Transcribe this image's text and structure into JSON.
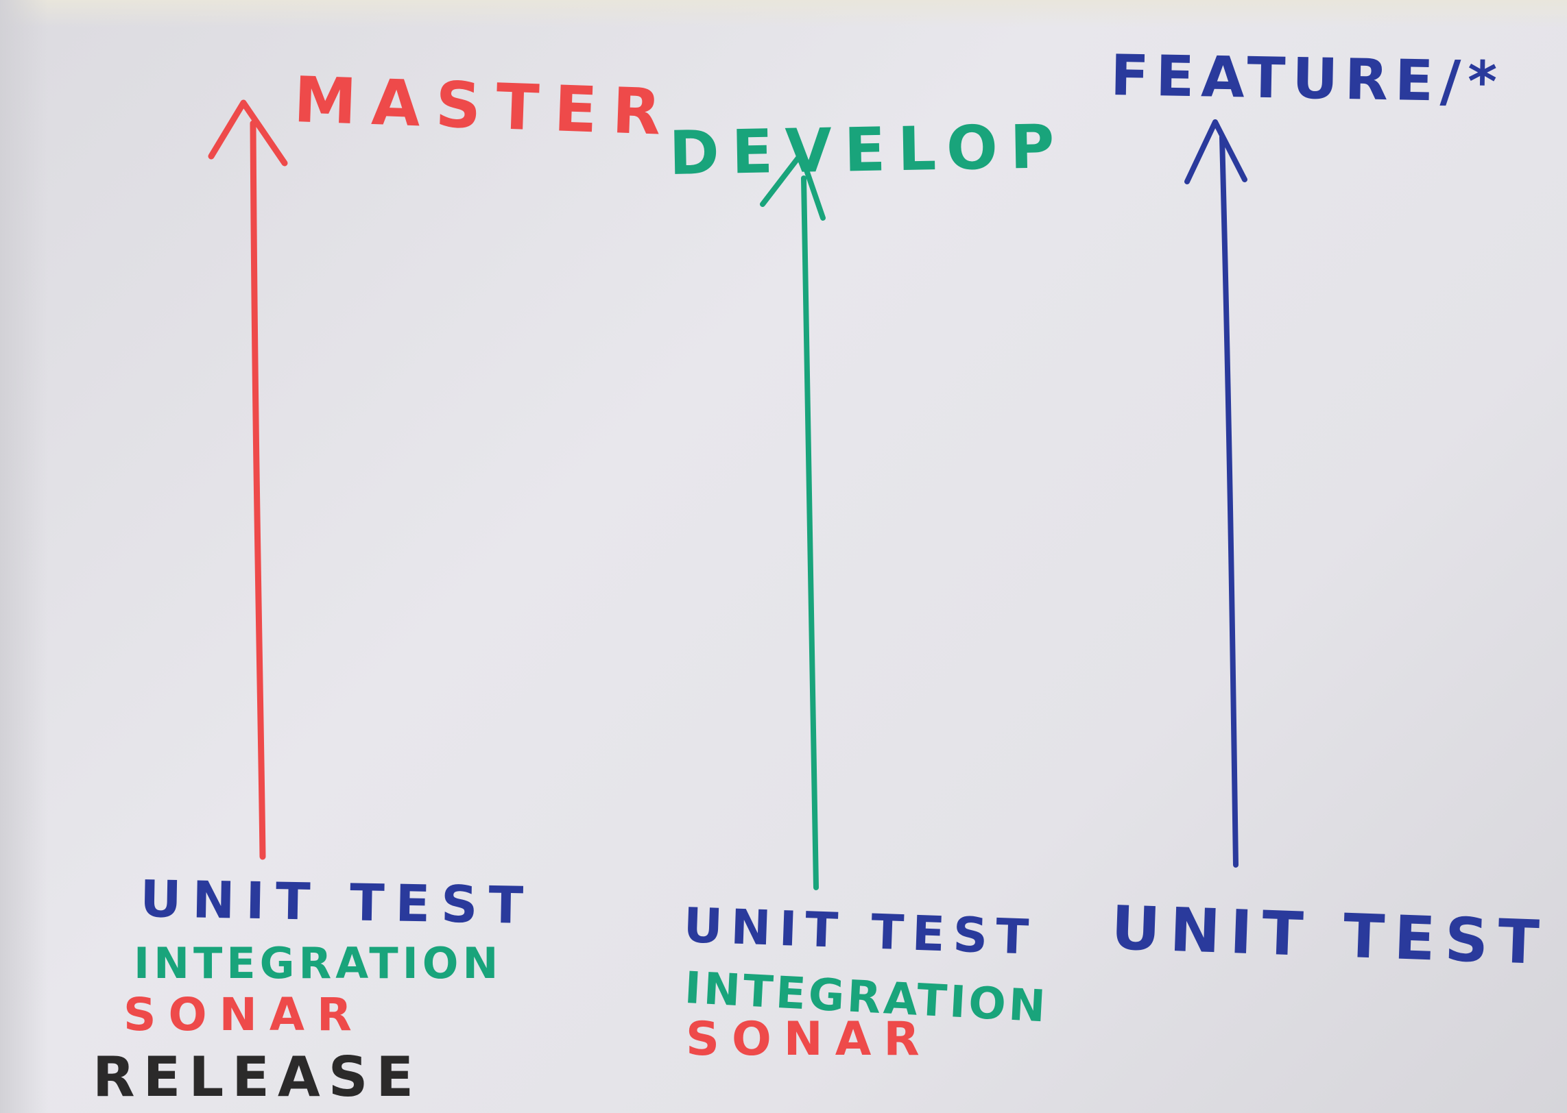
{
  "diagram": {
    "columns": [
      {
        "id": "master",
        "label": "MASTER",
        "color": "#ee4a4a",
        "steps": [
          {
            "text": "UNIT TEST",
            "color": "#2a3a9c"
          },
          {
            "text": "INTEGRATION",
            "color": "#19a47b"
          },
          {
            "text": "SONAR",
            "color": "#ee4a4a"
          },
          {
            "text": "RELEASE",
            "color": "#2b2a2a"
          }
        ]
      },
      {
        "id": "develop",
        "label": "DEVELOP",
        "color": "#19a47b",
        "steps": [
          {
            "text": "UNIT TEST",
            "color": "#2a3a9c"
          },
          {
            "text": "INTEGRATION",
            "color": "#19a47b"
          },
          {
            "text": "SONAR",
            "color": "#ee4a4a"
          }
        ]
      },
      {
        "id": "feature",
        "label": "FEATURE/*",
        "color": "#2a3a9c",
        "steps": [
          {
            "text": "UNIT TEST",
            "color": "#2a3a9c"
          }
        ]
      }
    ]
  }
}
